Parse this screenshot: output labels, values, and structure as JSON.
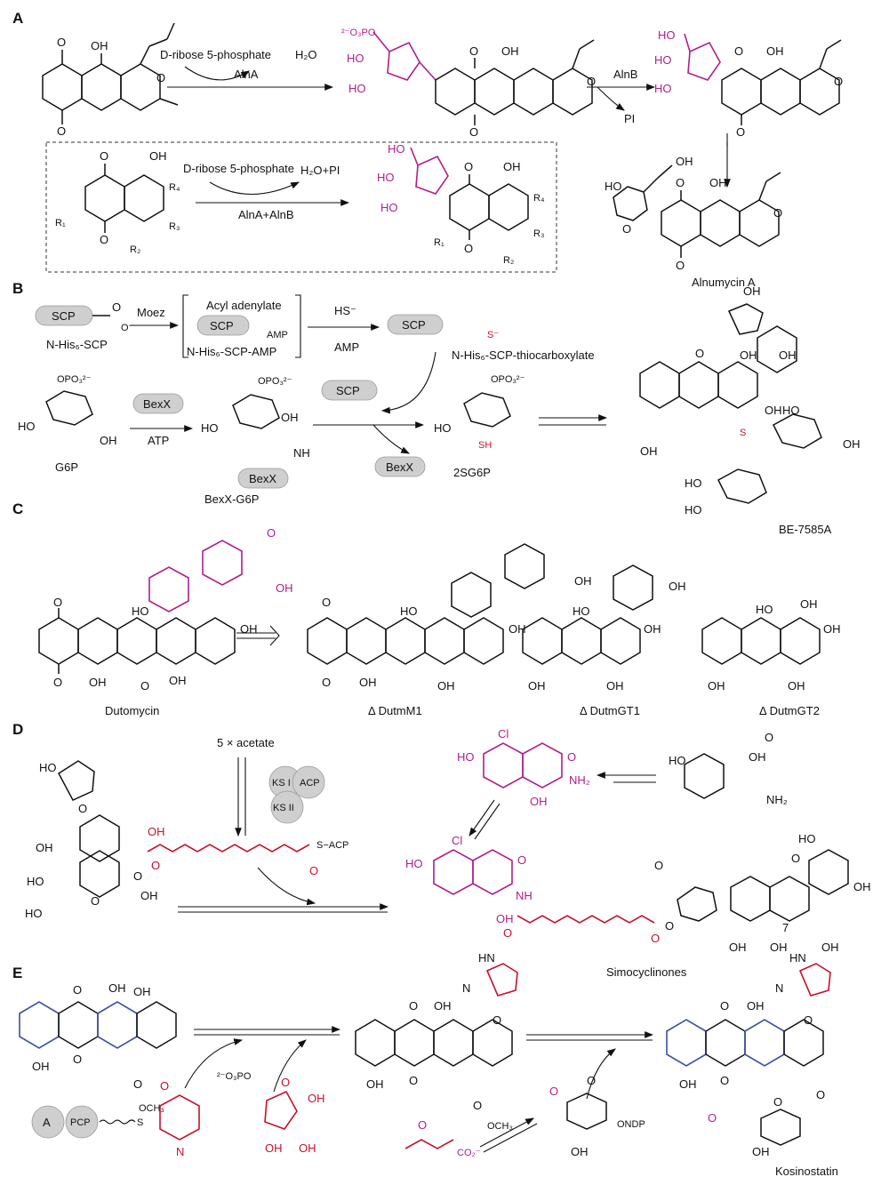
{
  "panels": {
    "A": {
      "header": "A",
      "arrow1_top": "D-ribose 5-phosphate",
      "arrow1_right": "H₂O",
      "arrow1_enzyme": "AlnA",
      "sugar_label": "²⁻O₃PO",
      "arrow2_enzyme": "AlnB",
      "arrow2_product": "PI",
      "box_arrow_top": "D-ribose 5-phosphate",
      "box_arrow_right": "H₂O+PI",
      "box_arrow_enzyme": "AlnA+AlnB",
      "r1": "R₁",
      "r2": "R₂",
      "r3": "R₃",
      "r4": "R₄",
      "product_name": "Alnumycin A"
    },
    "B": {
      "header": "B",
      "scp": "SCP",
      "nhis_scp": "N-His₆-SCP",
      "moez": "Moez",
      "acyl_adenylate": "Acyl adenylate",
      "amp_group": "AMP",
      "scp_amp": "N-His₆-SCP-AMP",
      "hs": "HS⁻",
      "amp": "AMP",
      "thiocarboxylate": "N-His₆-SCP-thiocarboxylate",
      "g6p": "G6P",
      "bexx": "BexX",
      "atp": "ATP",
      "bexx_g6p": "BexX-G6P",
      "sg6p": "2SG6P",
      "product_name": "BE-7585A"
    },
    "C": {
      "header": "C",
      "names": [
        "Dutomycin",
        "Δ DutmM1",
        "Δ DutmGT1",
        "Δ DutmGT2"
      ]
    },
    "D": {
      "header": "D",
      "acetate": "5 × acetate",
      "ks1": "KS I",
      "acp": "ACP",
      "ks2": "KS II",
      "s_acp": "S−ACP",
      "product_name": "Simocyclinones"
    },
    "E": {
      "header": "E",
      "a": "A",
      "pcp": "PCP",
      "ondp": "ONDP",
      "product_name": "Kosinostatin"
    }
  },
  "colors": {
    "magenta": "#b01e8c",
    "red": "#c8102e",
    "blue": "#3d4fa0",
    "enzyme_pill": "#cfcfcf"
  }
}
